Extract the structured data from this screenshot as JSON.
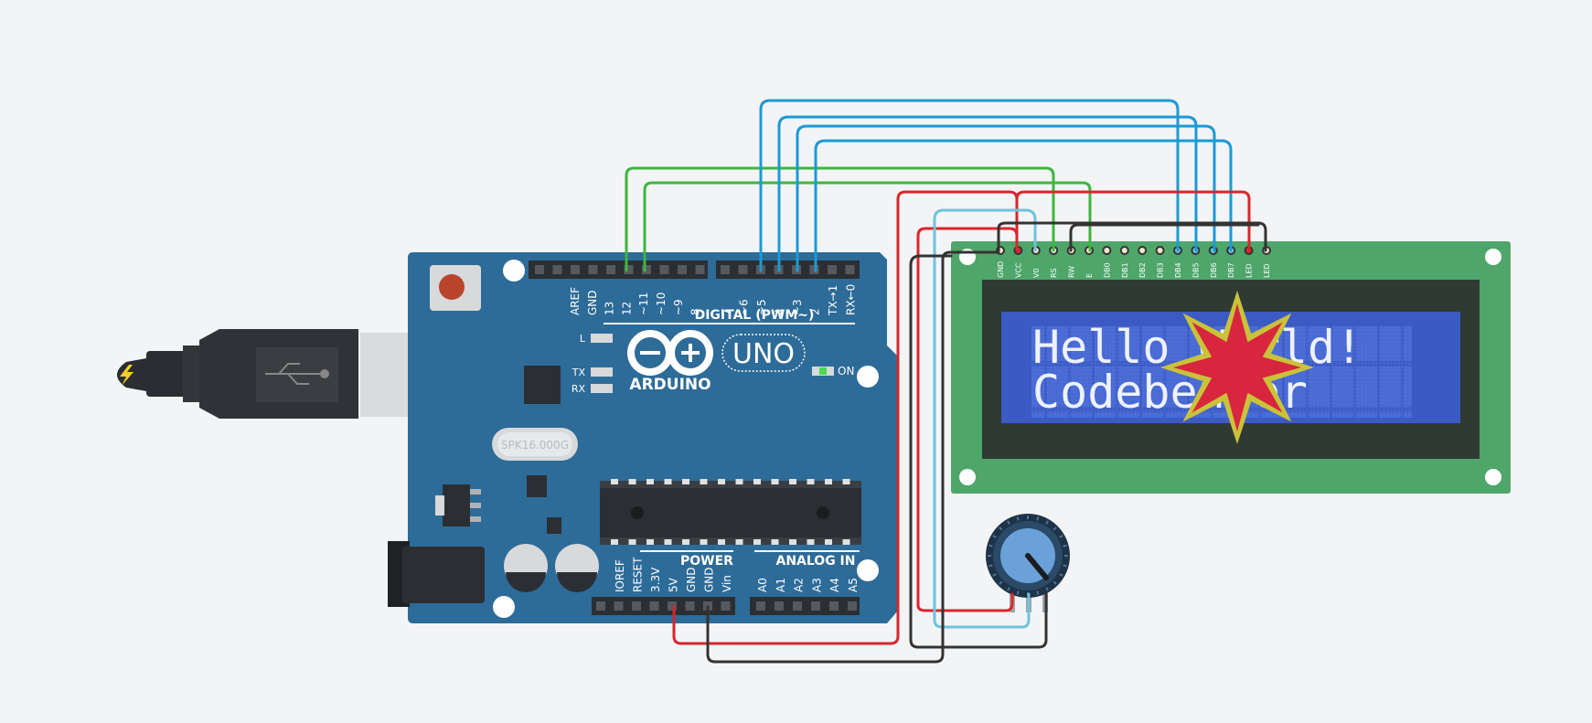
{
  "colors": {
    "background": "#f3f4f6",
    "board": "#2d6b98",
    "header": "#2b2f33",
    "lcd_pcb": "#4fa66a",
    "lcd_screen": "#3c5ac4",
    "wire_green": "#3db63d",
    "wire_blue": "#1c9ad6",
    "wire_red": "#d9262c",
    "wire_black": "#333333",
    "wire_cyan": "#6fc3dd",
    "burst_outer": "#c9c23a",
    "burst_inner": "#d7263d"
  },
  "icons": {
    "usb_plug": "usb-plug-icon",
    "usb_logo": "usb-icon",
    "power_bolt": "lightning-icon",
    "error_burst": "explosion-icon"
  },
  "arduino": {
    "brand": "ARDUINO",
    "model": "UNO",
    "digital_label": "DIGITAL (PWM~)",
    "power_label": "POWER",
    "analog_label": "ANALOG IN",
    "crystal_label": "SPK16.000G",
    "on_label": "ON",
    "led_labels": [
      "L",
      "TX",
      "RX"
    ],
    "digital_pins_left": [
      "AREF",
      "GND",
      "13",
      "12",
      "~11",
      "~10",
      "~9",
      "8"
    ],
    "digital_pins_right": [
      "7",
      "~6",
      "~5",
      "4",
      "~3",
      "2",
      "TX→1",
      "RX←0"
    ],
    "power_pins": [
      "IOREF",
      "RESET",
      "3.3V",
      "5V",
      "GND",
      "GND",
      "Vin"
    ],
    "analog_pins": [
      "A0",
      "A1",
      "A2",
      "A3",
      "A4",
      "A5"
    ]
  },
  "lcd": {
    "pins": [
      "GND",
      "VCC",
      "V0",
      "RS",
      "RW",
      "E",
      "DB0",
      "DB1",
      "DB2",
      "DB3",
      "DB4",
      "DB5",
      "DB6",
      "DB7",
      "LED",
      "LED"
    ],
    "line1": "Hello World!",
    "line2": "Codebender"
  }
}
